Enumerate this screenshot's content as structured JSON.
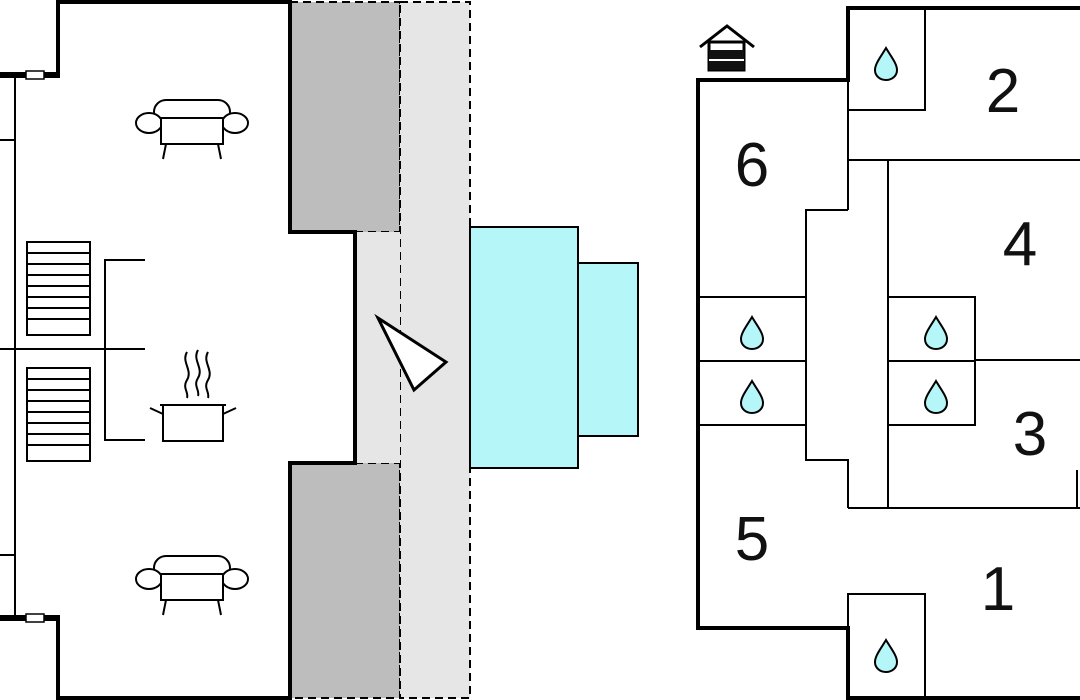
{
  "title": "",
  "colors": {
    "background": "#ffffff",
    "wall": "#000000",
    "terrace_dark": "#bdbdbd",
    "terrace_light": "#e6e6e6",
    "pool": "#b5f7f8",
    "water_drop": "#b5f7f8"
  },
  "rooms": [
    {
      "number": "1"
    },
    {
      "number": "2"
    },
    {
      "number": "3"
    },
    {
      "number": "4"
    },
    {
      "number": "5"
    },
    {
      "number": "6"
    }
  ],
  "icons": [
    "sofa-icon",
    "stairs-icon",
    "cooking-pot-icon",
    "north-arrow-icon",
    "house-entrance-icon",
    "water-drop-icon"
  ],
  "counts": {
    "bathrooms_marked": 6,
    "sofas": 2,
    "staircases": 2
  }
}
